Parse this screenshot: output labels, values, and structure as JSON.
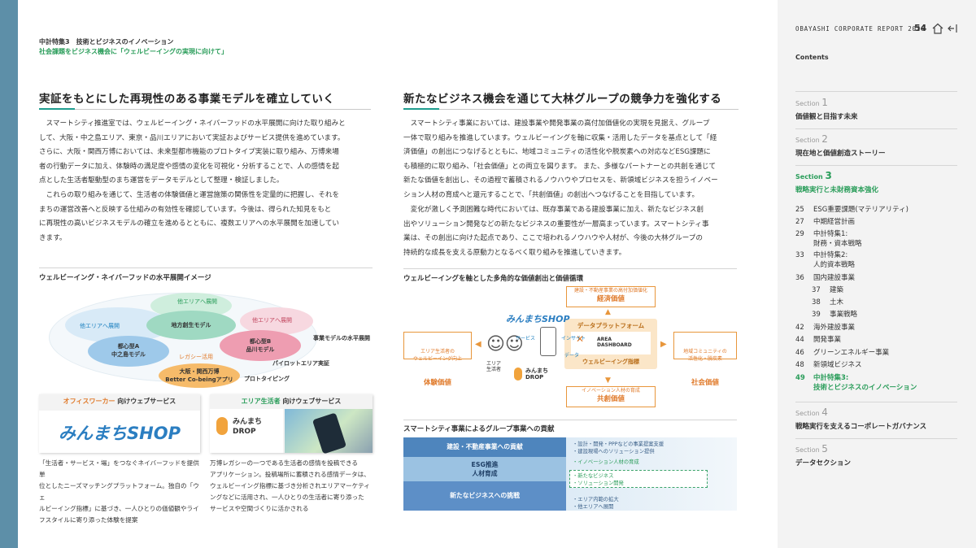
{
  "header": {
    "feature": "中計特集3　技術とビジネスのイノベーション",
    "subtitle": "社会課題をビジネス機会に「ウェルビーイングの実現に向けて」"
  },
  "left": {
    "heading": "実証をもとにした再現性のある事業モデルを確立していく",
    "p1": "スマートシティ推進室では、ウェルビーイング・ネイバーフッドの水平展開に向けた取り組みと\nして、大阪・中之島エリア、東京・品川エリアにおいて実証およびサービス提供を進めています。\nさらに、大阪・関西万博においては、未来型都市機能のプロトタイプ実装に取り組み、万博来場\n者の行動データに加え、体験時の満足度や感情の変化を可視化・分析することで、人の感情を起\n点とした生活者駆動型のまち運営をデータモデルとして整理・検証しました。",
    "p2": "これらの取り組みを通じて、生活者の体験価値と運営施策の関係性を定量的に把握し、それを\nまちの運営改善へと反映する仕組みの有効性を確認しています。今後は、得られた知見をもと\nに再現性の高いビジネスモデルの確立を進めるとともに、複数エリアへの水平展開を加速してい\nきます。",
    "diagram_caption": "ウェルビーイング・ネイバーフッドの水平展開イメージ",
    "diagram": {
      "other1": "他エリアへ展開",
      "other2": "他エリアへ展開",
      "other3": "他エリアへ展開",
      "regional": "地方創生モデル",
      "cityA": "都心型A\n中之島モデル",
      "cityB": "都心型B\n品川モデル",
      "legacy": "レガシー活用",
      "expo": "大阪・関西万博\nBetter Co-beingアプリ",
      "tag_horizontal": "事業モデルの水平展開",
      "tag_pilot": "パイロットエリア実証",
      "tag_proto": "プロトタイピング"
    },
    "card1": {
      "title_accent": "オフィスワーカー",
      "title_rest": " 向けウェブサービス",
      "logo": "みんまちSHOP",
      "text": "「生活者・サービス・場」をつなぐネイバーフッドを提供単\n位としたニーズマッチングプラットフォーム。独自の「ウェ\nルビーイング指標」に基づき、一人ひとりの価値観やライ\nフスタイルに寄り添った体験を提案"
    },
    "card2": {
      "title_accent": "エリア生活者",
      "title_rest": " 向けウェブサービス",
      "logo": "みんまち\nDROP",
      "text": "万博レガシーの一つである生活者の感情を投稿できる\nアプリケーション。投稿場所に蓄積される感情データは、\nウェルビーイング指標に基づき分析されエリアマーケティ\nングなどに活用され、一人ひとりの生活者に寄り添った\nサービスや空間づくりに活かされる"
    }
  },
  "right": {
    "heading": "新たなビジネス機会を通じて大林グループの競争力を強化する",
    "p1": "スマートシティ事業においては、建設事業や開発事業の高付加価値化の実現を見据え、グループ\n一体で取り組みを推進しています。ウェルビーイングを軸に収集・活用したデータを基点として「経\n済価値」の創出につなげるとともに、地域コミュニティの活性化や脱炭素への対応などESG課題に\nも積極的に取り組み、「社会価値」との両立を図ります。 また、多様なパートナーとの共創を通じて\n新たな価値を創出し、その過程で蓄積されるノウハウやプロセスを、新領域ビジネスを担うイノベー\nション人材の育成へと還元することで、「共創価値」の創出へつなげることを目指しています。",
    "p2": "変化が激しく予測困難な時代においては、既存事業である建設事業に加え、新たなビジネス創\n出やソリューション開発などの新たなビジネスの重要性が一層高まっています。スマートシティ事\n業は、その創出に向けた起点であり、ここで培われるノウハウや人材が、今後の大林グループの\n持続的な成長を支える原動力となるべく取り組みを推進していきます。",
    "diagram_caption": "ウェルビーイングを軸とした多角的な価値創出と価値循環",
    "value": {
      "econ_s": "建設・不動産事業の高付加価値化",
      "econ_b": "経済価値",
      "exp_s": "エリア生活者の\nウェルビーイング向上",
      "exp_b": "体験価値",
      "soc_s": "地域コミュニティの\n活性化・脱炭素",
      "soc_b": "社会価値",
      "co_s": "イノベーション人材の育成",
      "co_b": "共創価値",
      "platform": "データプラットフォーム",
      "area": "AREA\nDASHBOARD",
      "indicator": "ウェルビーイング指標",
      "service": "サービス",
      "insight": "インサイト",
      "data": "データ",
      "resident": "エリア\n生活者",
      "shop": "みんまちSHOP",
      "drop": "みんまち\nDROP"
    },
    "table_caption": "スマートシティ事業によるグループ事業への貢献",
    "rows": [
      {
        "label": "建設・不動産事業への貢献",
        "items": [
          "・設計・開発・PPPなどの事業提案支援",
          "・建設現場へのソリューション提供"
        ]
      },
      {
        "label": "ESG推進\n人材育成",
        "items": [
          "・イノベーション人材の育成"
        ]
      },
      {
        "label": "新たなビジネスへの挑戦",
        "items": [
          "・新たなビジネス",
          "・ソリューション開発",
          "・エリア内範の拡大",
          "・他エリアへ展開"
        ]
      }
    ]
  },
  "sidebar": {
    "report": "OBAYASHI CORPORATE REPORT 2026",
    "page": "54",
    "contents": "Contents",
    "s1_label": "Section",
    "s1_num": "1",
    "s1_title": "価値観と目指す未来",
    "s2_label": "Section",
    "s2_num": "2",
    "s2_title": "現在地と価値創造ストーリー",
    "s3_label": "Section",
    "s3_num": "3",
    "s3_title": "戦略実行と未財務資本強化",
    "toc": [
      {
        "n": "25",
        "t": "ESG重要課題(マテリアリティ)"
      },
      {
        "n": "27",
        "t": "中期経営計画"
      },
      {
        "n": "29",
        "t": "中計特集1:"
      },
      {
        "n": "",
        "t": "財務・資本戦略"
      },
      {
        "n": "33",
        "t": "中計特集2:"
      },
      {
        "n": "",
        "t": "人的資本戦略"
      },
      {
        "n": "36",
        "t": "国内建設事業"
      },
      {
        "n": "37",
        "t": "建築"
      },
      {
        "n": "38",
        "t": "土木"
      },
      {
        "n": "39",
        "t": "事業戦略"
      },
      {
        "n": "42",
        "t": "海外建設事業"
      },
      {
        "n": "44",
        "t": "開発事業"
      },
      {
        "n": "46",
        "t": "グリーンエネルギー事業"
      },
      {
        "n": "48",
        "t": "新領域ビジネス"
      },
      {
        "n": "49",
        "t": "中計特集3:"
      },
      {
        "n": "",
        "t": "技術とビジネスのイノベーション"
      }
    ],
    "s4_label": "Section",
    "s4_num": "4",
    "s4_title": "戦略実行を支えるコーポレートガバナンス",
    "s5_label": "Section",
    "s5_num": "5",
    "s5_title": "データセクション"
  },
  "colors": {
    "accent_green": "#2a9d5a",
    "accent_orange": "#e07a2a",
    "leftbar": "#5d8fa8"
  }
}
